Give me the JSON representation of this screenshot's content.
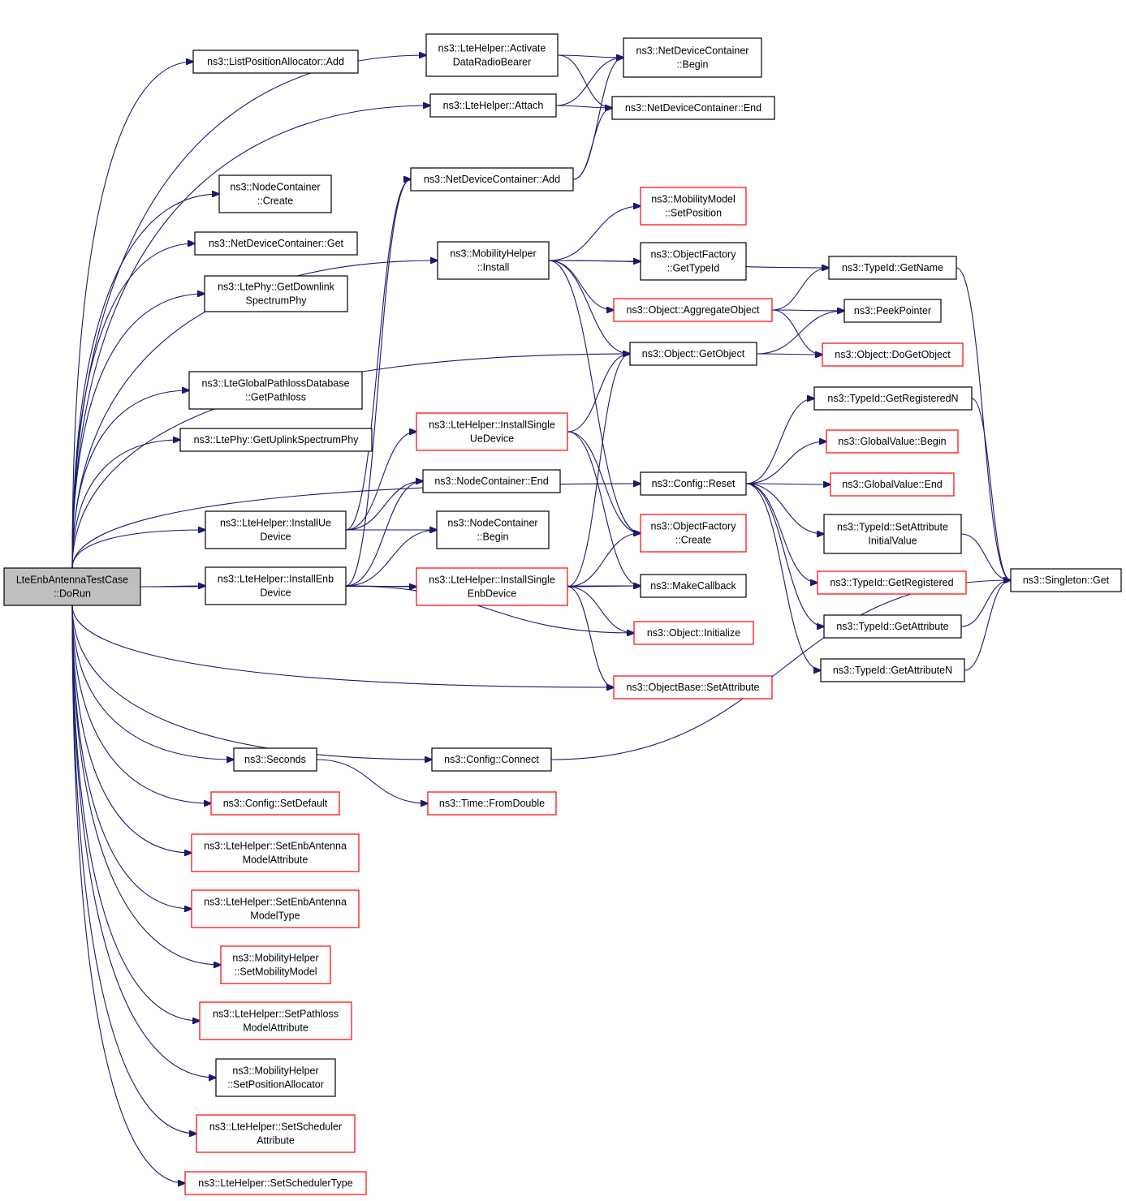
{
  "colors": {
    "edge": "#191970",
    "border_normal": "#000000",
    "border_truncated": "#ff0000",
    "root_fill": "#bfbfbf",
    "node_fill": "#ffffff"
  },
  "nodes": [
    {
      "id": "root",
      "lines": [
        "LteEnbAntennaTestCase",
        "::DoRun"
      ],
      "border": "black",
      "root": true
    },
    {
      "id": "lpa_add",
      "lines": [
        "ns3::ListPositionAllocator::Add"
      ],
      "border": "black"
    },
    {
      "id": "nc_create",
      "lines": [
        "ns3::NodeContainer",
        "::Create"
      ],
      "border": "black"
    },
    {
      "id": "ndc_get",
      "lines": [
        "ns3::NetDeviceContainer::Get"
      ],
      "border": "black"
    },
    {
      "id": "getdl",
      "lines": [
        "ns3::LtePhy::GetDownlink",
        "SpectrumPhy"
      ],
      "border": "black"
    },
    {
      "id": "pathloss",
      "lines": [
        "ns3::LteGlobalPathlossDatabase",
        "::GetPathloss"
      ],
      "border": "black"
    },
    {
      "id": "getul",
      "lines": [
        "ns3::LtePhy::GetUplinkSpectrumPhy"
      ],
      "border": "black"
    },
    {
      "id": "installue",
      "lines": [
        "ns3::LteHelper::InstallUe",
        "Device"
      ],
      "border": "black"
    },
    {
      "id": "installenb",
      "lines": [
        "ns3::LteHelper::InstallEnb",
        "Device"
      ],
      "border": "black"
    },
    {
      "id": "seconds",
      "lines": [
        "ns3::Seconds"
      ],
      "border": "black"
    },
    {
      "id": "setdefault",
      "lines": [
        "ns3::Config::SetDefault"
      ],
      "border": "red"
    },
    {
      "id": "setenbantattr",
      "lines": [
        "ns3::LteHelper::SetEnbAntenna",
        "ModelAttribute"
      ],
      "border": "red"
    },
    {
      "id": "setenbanttype",
      "lines": [
        "ns3::LteHelper::SetEnbAntenna",
        "ModelType"
      ],
      "border": "red"
    },
    {
      "id": "setmobmodel",
      "lines": [
        "ns3::MobilityHelper",
        "::SetMobilityModel"
      ],
      "border": "red"
    },
    {
      "id": "setpathloss",
      "lines": [
        "ns3::LteHelper::SetPathloss",
        "ModelAttribute"
      ],
      "border": "red"
    },
    {
      "id": "setposalloc",
      "lines": [
        "ns3::MobilityHelper",
        "::SetPositionAllocator"
      ],
      "border": "black"
    },
    {
      "id": "setschedattr",
      "lines": [
        "ns3::LteHelper::SetScheduler",
        "Attribute"
      ],
      "border": "red"
    },
    {
      "id": "setschedtype",
      "lines": [
        "ns3::LteHelper::SetSchedulerType"
      ],
      "border": "red"
    },
    {
      "id": "activate",
      "lines": [
        "ns3::LteHelper::Activate",
        "DataRadioBearer"
      ],
      "border": "black"
    },
    {
      "id": "attach",
      "lines": [
        "ns3::LteHelper::Attach"
      ],
      "border": "black"
    },
    {
      "id": "ndc_add",
      "lines": [
        "ns3::NetDeviceContainer::Add"
      ],
      "border": "black"
    },
    {
      "id": "mob_install",
      "lines": [
        "ns3::MobilityHelper",
        "::Install"
      ],
      "border": "black"
    },
    {
      "id": "singleue",
      "lines": [
        "ns3::LteHelper::InstallSingle",
        "UeDevice"
      ],
      "border": "red"
    },
    {
      "id": "nc_end",
      "lines": [
        "ns3::NodeContainer::End"
      ],
      "border": "black"
    },
    {
      "id": "nc_begin",
      "lines": [
        "ns3::NodeContainer",
        "::Begin"
      ],
      "border": "black"
    },
    {
      "id": "singleenb",
      "lines": [
        "ns3::LteHelper::InstallSingle",
        "EnbDevice"
      ],
      "border": "red"
    },
    {
      "id": "cfg_connect",
      "lines": [
        "ns3::Config::Connect"
      ],
      "border": "black"
    },
    {
      "id": "fromdouble",
      "lines": [
        "ns3::Time::FromDouble"
      ],
      "border": "red"
    },
    {
      "id": "ndc_begin",
      "lines": [
        "ns3::NetDeviceContainer",
        "::Begin"
      ],
      "border": "black"
    },
    {
      "id": "ndc_end",
      "lines": [
        "ns3::NetDeviceContainer::End"
      ],
      "border": "black"
    },
    {
      "id": "setposition",
      "lines": [
        "ns3::MobilityModel",
        "::SetPosition"
      ],
      "border": "red"
    },
    {
      "id": "of_gettypeid",
      "lines": [
        "ns3::ObjectFactory",
        "::GetTypeId"
      ],
      "border": "black"
    },
    {
      "id": "aggregate",
      "lines": [
        "ns3::Object::AggregateObject"
      ],
      "border": "red"
    },
    {
      "id": "getobject",
      "lines": [
        "ns3::Object::GetObject"
      ],
      "border": "black"
    },
    {
      "id": "cfg_reset",
      "lines": [
        "ns3::Config::Reset"
      ],
      "border": "black"
    },
    {
      "id": "of_create",
      "lines": [
        "ns3::ObjectFactory",
        "::Create"
      ],
      "border": "red"
    },
    {
      "id": "makecallback",
      "lines": [
        "ns3::MakeCallback"
      ],
      "border": "black"
    },
    {
      "id": "initialize",
      "lines": [
        "ns3::Object::Initialize"
      ],
      "border": "red"
    },
    {
      "id": "ob_setattr",
      "lines": [
        "ns3::ObjectBase::SetAttribute"
      ],
      "border": "red"
    },
    {
      "id": "getname",
      "lines": [
        "ns3::TypeId::GetName"
      ],
      "border": "black"
    },
    {
      "id": "peekpointer",
      "lines": [
        "ns3::PeekPointer"
      ],
      "border": "black"
    },
    {
      "id": "dogetobject",
      "lines": [
        "ns3::Object::DoGetObject"
      ],
      "border": "red"
    },
    {
      "id": "getregn",
      "lines": [
        "ns3::TypeId::GetRegisteredN"
      ],
      "border": "black"
    },
    {
      "id": "gv_begin",
      "lines": [
        "ns3::GlobalValue::Begin"
      ],
      "border": "red"
    },
    {
      "id": "gv_end",
      "lines": [
        "ns3::GlobalValue::End"
      ],
      "border": "red"
    },
    {
      "id": "setattrinit",
      "lines": [
        "ns3::TypeId::SetAttribute",
        "InitialValue"
      ],
      "border": "black"
    },
    {
      "id": "getreg",
      "lines": [
        "ns3::TypeId::GetRegistered"
      ],
      "border": "red"
    },
    {
      "id": "getattr",
      "lines": [
        "ns3::TypeId::GetAttribute"
      ],
      "border": "black"
    },
    {
      "id": "getattrn",
      "lines": [
        "ns3::TypeId::GetAttributeN"
      ],
      "border": "black"
    },
    {
      "id": "singleton",
      "lines": [
        "ns3::Singleton::Get"
      ],
      "border": "black"
    }
  ],
  "edges": [
    [
      "root",
      "activate"
    ],
    [
      "root",
      "lpa_add"
    ],
    [
      "root",
      "attach"
    ],
    [
      "root",
      "mob_install"
    ],
    [
      "root",
      "nc_create"
    ],
    [
      "root",
      "ndc_get"
    ],
    [
      "root",
      "getdl"
    ],
    [
      "root",
      "getobject"
    ],
    [
      "root",
      "pathloss"
    ],
    [
      "root",
      "getul"
    ],
    [
      "root",
      "cfg_reset"
    ],
    [
      "root",
      "installue"
    ],
    [
      "root",
      "installenb"
    ],
    [
      "root",
      "makecallback"
    ],
    [
      "root",
      "ob_setattr"
    ],
    [
      "root",
      "cfg_connect"
    ],
    [
      "root",
      "seconds"
    ],
    [
      "root",
      "setdefault"
    ],
    [
      "root",
      "setenbantattr"
    ],
    [
      "root",
      "setenbanttype"
    ],
    [
      "root",
      "setmobmodel"
    ],
    [
      "root",
      "setpathloss"
    ],
    [
      "root",
      "setposalloc"
    ],
    [
      "root",
      "setschedattr"
    ],
    [
      "root",
      "setschedtype"
    ],
    [
      "activate",
      "ndc_begin"
    ],
    [
      "activate",
      "ndc_end"
    ],
    [
      "attach",
      "ndc_begin"
    ],
    [
      "attach",
      "ndc_end"
    ],
    [
      "ndc_add",
      "ndc_begin"
    ],
    [
      "ndc_add",
      "ndc_end"
    ],
    [
      "installue",
      "ndc_add"
    ],
    [
      "installue",
      "singleue"
    ],
    [
      "installue",
      "nc_end"
    ],
    [
      "installue",
      "nc_begin"
    ],
    [
      "installenb",
      "ndc_add"
    ],
    [
      "installenb",
      "nc_end"
    ],
    [
      "installenb",
      "nc_begin"
    ],
    [
      "installenb",
      "singleenb"
    ],
    [
      "installenb",
      "initialize"
    ],
    [
      "mob_install",
      "getname"
    ],
    [
      "mob_install",
      "setposition"
    ],
    [
      "mob_install",
      "of_gettypeid"
    ],
    [
      "mob_install",
      "aggregate"
    ],
    [
      "mob_install",
      "getobject"
    ],
    [
      "mob_install",
      "of_create"
    ],
    [
      "singleue",
      "getobject"
    ],
    [
      "singleue",
      "of_create"
    ],
    [
      "singleue",
      "makecallback"
    ],
    [
      "singleenb",
      "getobject"
    ],
    [
      "singleenb",
      "of_create"
    ],
    [
      "singleenb",
      "makecallback"
    ],
    [
      "singleenb",
      "initialize"
    ],
    [
      "singleenb",
      "ob_setattr"
    ],
    [
      "aggregate",
      "getname"
    ],
    [
      "aggregate",
      "peekpointer"
    ],
    [
      "aggregate",
      "dogetobject"
    ],
    [
      "getobject",
      "peekpointer"
    ],
    [
      "getobject",
      "dogetobject"
    ],
    [
      "cfg_reset",
      "getregn"
    ],
    [
      "cfg_reset",
      "gv_begin"
    ],
    [
      "cfg_reset",
      "gv_end"
    ],
    [
      "cfg_reset",
      "setattrinit"
    ],
    [
      "cfg_reset",
      "getreg"
    ],
    [
      "cfg_reset",
      "getattr"
    ],
    [
      "cfg_reset",
      "getattrn"
    ],
    [
      "seconds",
      "fromdouble"
    ],
    [
      "cfg_connect",
      "singleton"
    ],
    [
      "getname",
      "singleton"
    ],
    [
      "getregn",
      "singleton"
    ],
    [
      "setattrinit",
      "singleton"
    ],
    [
      "getattr",
      "singleton"
    ],
    [
      "getattrn",
      "singleton"
    ]
  ]
}
